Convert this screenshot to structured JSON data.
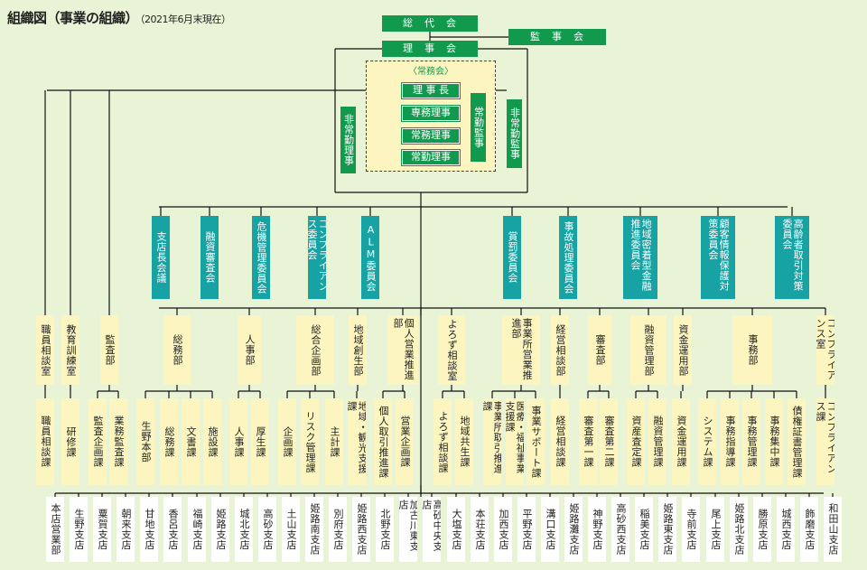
{
  "title": "組織図（事業の組織）",
  "subtitle": "（2021年6月末現在）",
  "top": {
    "sokyodai": "総　代　会",
    "kansa": "監　事　会",
    "riji": "理　事　会"
  },
  "jomukai": {
    "label": "〈常務会〉",
    "members": [
      "理 事 長",
      "専務理事",
      "常務理事",
      "常勤理事"
    ],
    "jokin_kanji": "常勤監事"
  },
  "hijokin_riji": "非常勤理事",
  "hijokin_kanji": "非常勤監事",
  "committees": [
    "支店長会議",
    "融資審査会",
    "危機管理委員会",
    "コンプライアンス委員会",
    "ALM委員会",
    "賞罰委員会",
    "事故処理委員会",
    "地域密着型金融推進委員会",
    "顧客情報保護対策委員会",
    "高齢者取引対策委員会"
  ],
  "departments": [
    "職員相談室",
    "教育訓練室",
    "監査部",
    "総務部",
    "人事部",
    "総合企画部",
    "地域創生部",
    "個人営業推進部",
    "よろず相談室",
    "事業所営業推進部",
    "経営相談部",
    "審査部",
    "融資管理部",
    "資金運用部",
    "事務部",
    "コンプライアンス室"
  ],
  "sections": [
    "職員相談課",
    "研修課",
    "監査企画課",
    "業務監査課",
    "生野本部",
    "総務課",
    "文書課",
    "施設課",
    "人事課",
    "厚生課",
    "企画課",
    "リスク管理課",
    "主計課",
    "地域・観光支援課",
    "個人取引推進課",
    "営業企画課",
    "よろず相談課",
    "地域共生課",
    "事業所取引推進課",
    "医療・福祉事業支援課",
    "事業サポート課",
    "経営相談課",
    "審査第一課",
    "審査第二課",
    "資産査定課",
    "融資管理課",
    "資金運用課",
    "システム課",
    "事務指導課",
    "事務管理課",
    "事務集中課",
    "債権証書管理課",
    "コンプライアンス課"
  ],
  "branches": [
    "本店営業部",
    "生野支店",
    "粟賀支店",
    "朝来支店",
    "甘地支店",
    "香呂支店",
    "福崎支店",
    "姫路支店",
    "城北支店",
    "高砂支店",
    "土山支店",
    "姫路南支店",
    "別府支店",
    "姫路西支店",
    "北野支店",
    "加古川東支店",
    "高砂中央支店",
    "大塩支店",
    "本荘支店",
    "加西支店",
    "平野支店",
    "溝口支店",
    "姫路灘支店",
    "神野支店",
    "高砂西支店",
    "稲美支店",
    "姫路東支店",
    "寺前支店",
    "尾上支店",
    "姫路北支店",
    "勝原支店",
    "城西支店",
    "飾磨支店",
    "和田山支店"
  ]
}
